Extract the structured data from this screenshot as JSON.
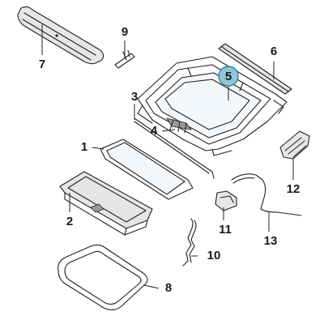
{
  "callouts": {
    "p1": "1",
    "p2": "2",
    "p3": "3",
    "p4": "4",
    "p5": "5",
    "p6": "6",
    "p7": "7",
    "p8": "8",
    "p9": "9",
    "p10": "10",
    "p11": "11",
    "p12": "12",
    "p13": "13"
  },
  "colors": {
    "highlight_badge": "#8ec8d8",
    "line": "#222222",
    "background": "#ffffff"
  },
  "highlighted_callout": "5"
}
